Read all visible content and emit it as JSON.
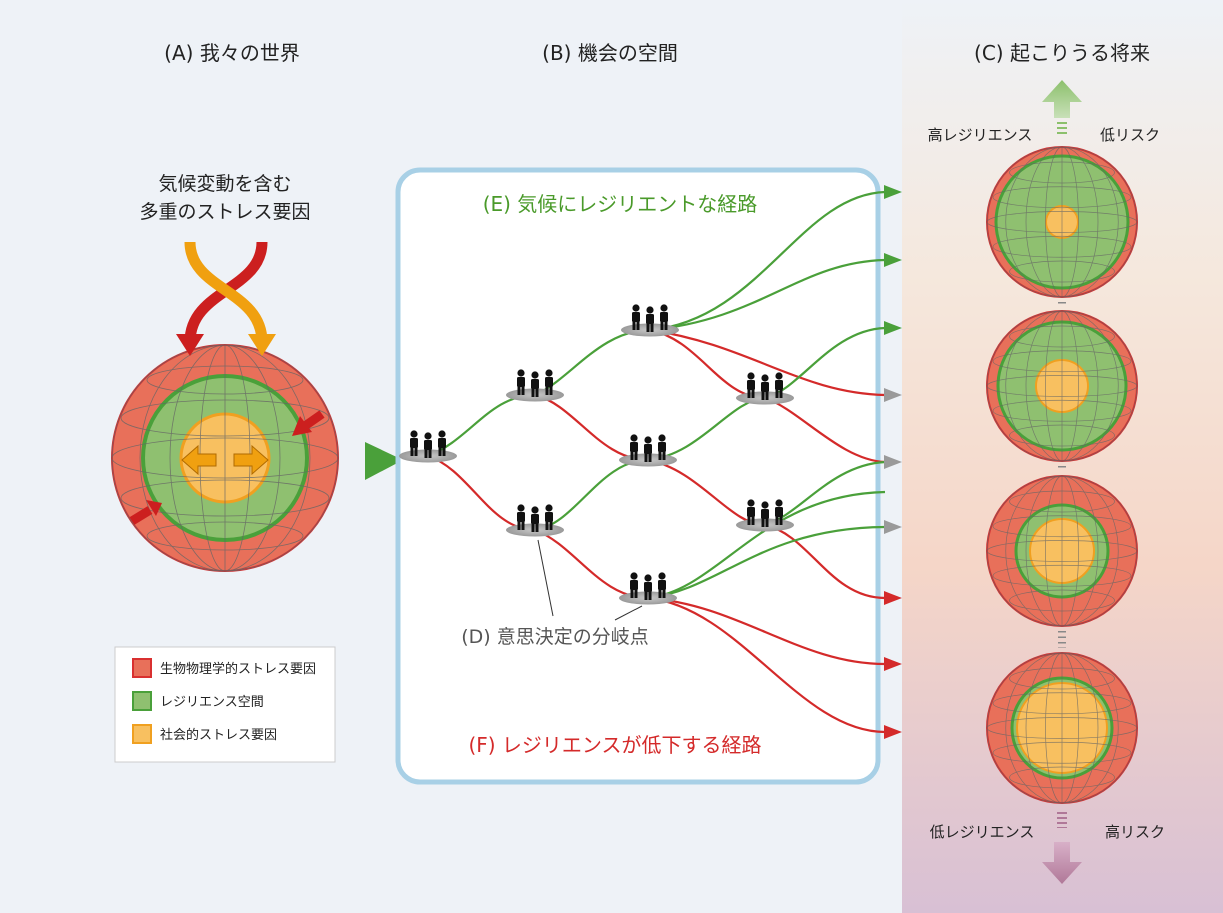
{
  "sections": {
    "a_title": "(A) 我々の世界",
    "b_title": "(B) 機会の空間",
    "c_title": "(C) 起こりうる将来"
  },
  "stressors": {
    "line1": "気候変動を含む",
    "line2": "多重のストレス要因"
  },
  "pathways": {
    "resilient_label": "(E) 気候にレジリエントな経路",
    "declining_label": "(F) レジリエンスが低下する経路",
    "decision_label": "(D) 意思決定の分岐点"
  },
  "futures": {
    "top_left": "高レジリエンス",
    "top_right": "低リスク",
    "bottom_left": "低レジリエンス",
    "bottom_right": "高リスク"
  },
  "legend": {
    "items": [
      {
        "label": "生物物理学的ストレス要因",
        "color": "#e8705a",
        "border": "#d93030"
      },
      {
        "label": "レジリエンス空間",
        "color": "#8fc070",
        "border": "#4aa03a"
      },
      {
        "label": "社会的ストレス要因",
        "color": "#f8c060",
        "border": "#f0a020"
      }
    ]
  },
  "colors": {
    "background": "#eef2f7",
    "resilient_path": "#4aa03a",
    "declining_path": "#d42a2a",
    "neutral_path": "#9a9a9a",
    "opportunity_border": "#a8d0e6",
    "resilient_text": "#4a9a2a",
    "declining_text": "#d42a2a"
  }
}
